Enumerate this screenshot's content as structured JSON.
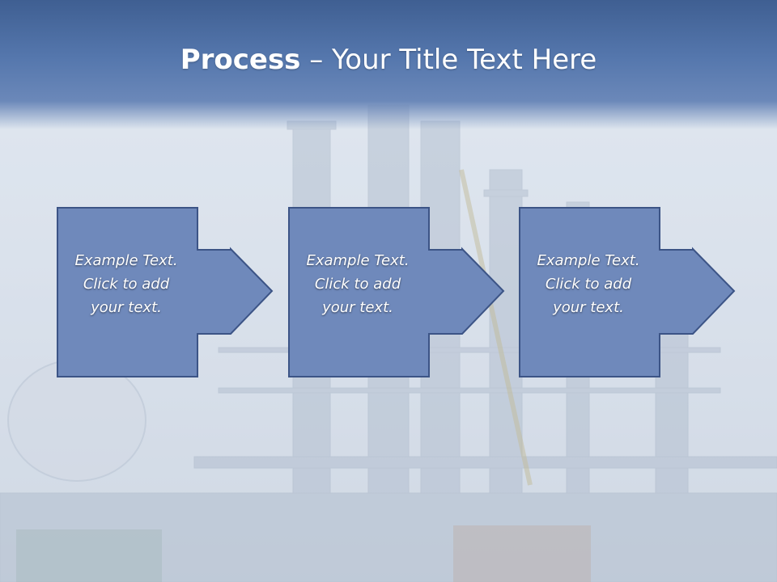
{
  "slide": {
    "title_bold": "Process",
    "title_rest": " – Your Title Text Here",
    "background": "industrial refinery photo",
    "steps": [
      {
        "text": "Example Text.\nClick  to add\nyour text."
      },
      {
        "text": "Example Text.\nClick  to add\nyour text."
      },
      {
        "text": "Example Text.\nClick  to add\nyour text."
      }
    ]
  },
  "colors": {
    "header": "#4f6fa4",
    "shape_fill": "#6f89bb",
    "shape_border": "#3c5486",
    "text": "#ffffff"
  },
  "icons": {
    "process_arrow": "right-arrow-icon"
  }
}
